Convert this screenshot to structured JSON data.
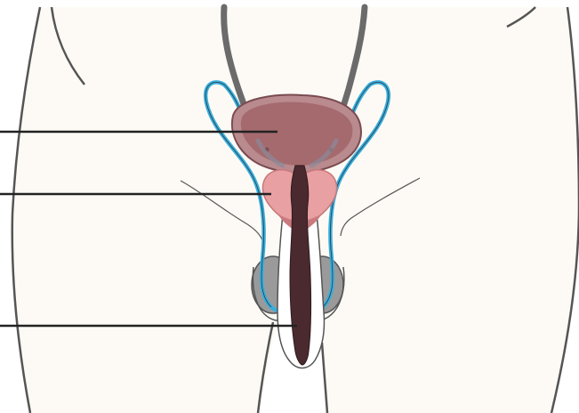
{
  "diagram": {
    "labels": [],
    "structures": [
      "bladder",
      "prostate",
      "urethra",
      "vas-deferens",
      "seminal-vesicles",
      "testis",
      "penis",
      "ureters",
      "body-outline"
    ],
    "leader_lines": [
      "bladder-leader",
      "prostate-leader",
      "urethra-leader"
    ],
    "colors": {
      "background": "#ffffff",
      "skin": "#fdfaf5",
      "outline": "#555555",
      "bladder_fill": "#a56a6e",
      "bladder_edge": "#7a4b50",
      "prostate_fill": "#e9a0a2",
      "urethra_fill": "#4a2a2e",
      "vas_deferens": "#3aaedb",
      "ureter": "#6b6b6b",
      "testis_fill": "#9a9a9a",
      "leader": "#222222"
    }
  }
}
